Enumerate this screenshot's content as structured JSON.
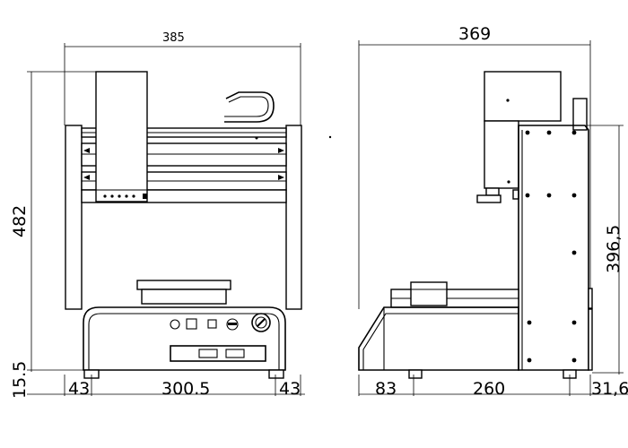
{
  "front_view": {
    "width_label": "385",
    "height_label": "482",
    "base_height_label": "15.5",
    "left_foot_label": "43",
    "center_span_label": "300.5",
    "right_foot_label": "43"
  },
  "side_view": {
    "width_label": "369",
    "height_label": "396,5",
    "left_offset_label": "83",
    "base_span_label": "260",
    "right_offset_label": "31,6"
  },
  "colors": {
    "line": "#000000",
    "background": "#ffffff"
  }
}
